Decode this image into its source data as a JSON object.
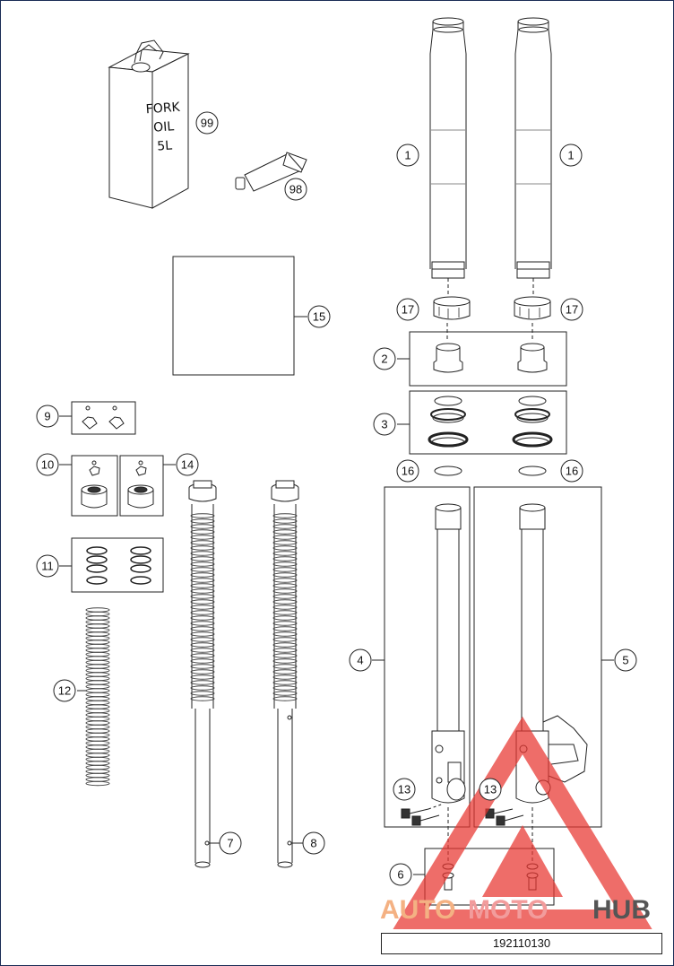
{
  "diagram": {
    "oil_can_text": [
      "FORK",
      "OIL",
      "5L"
    ],
    "callouts": {
      "c99": "99",
      "c98": "98",
      "c15": "15",
      "c1a": "1",
      "c1b": "1",
      "c17a": "17",
      "c17b": "17",
      "c2": "2",
      "c3": "3",
      "c16a": "16",
      "c16b": "16",
      "c9": "9",
      "c10": "10",
      "c14": "14",
      "c11": "11",
      "c12": "12",
      "c4": "4",
      "c5": "5",
      "c7": "7",
      "c8": "8",
      "c13a": "13",
      "c13b": "13",
      "c6": "6"
    },
    "part_number": "192110130",
    "watermark": {
      "word_1": "AUTO",
      "word_2": "MOTO",
      "word_3": "HUB",
      "colors": {
        "auto": "#f4b183",
        "moto": "#f29c9c",
        "hub": "#555555",
        "triangle": "#e8342f"
      }
    }
  }
}
